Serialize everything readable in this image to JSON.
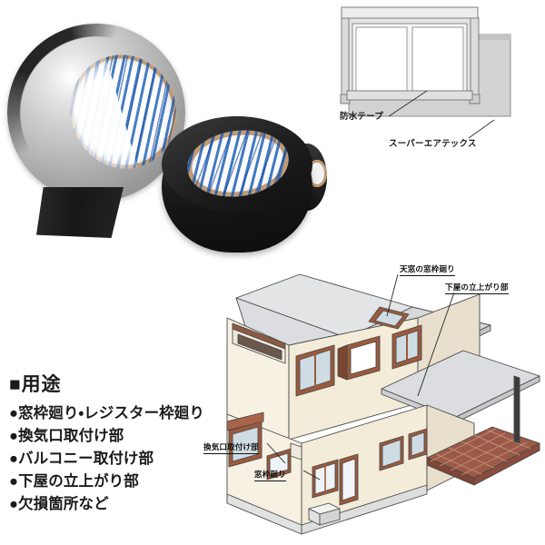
{
  "product_photo": {
    "name": "waterproof-tape-rolls",
    "roll_big_color": "#b4b4b4",
    "roll_small_color": "#141414",
    "core_print_color": "#145ab4",
    "core_color": "#c09a72"
  },
  "window_diagram": {
    "name": "window-section-diagram",
    "labels": [
      {
        "text": "防水テープ"
      },
      {
        "text": "スーパーエアテックス"
      }
    ],
    "frame_color": "#d6d6d6",
    "sheet_color": "#cfcfcf"
  },
  "usage": {
    "title": "■用途",
    "items": [
      "●窓枠廻り・レジスター枠廻り",
      "●換気口取付け部",
      "●バルコニー取付け部",
      "●下屋の立上がり部",
      "●欠損箇所など"
    ]
  },
  "house_diagram": {
    "name": "house-application-diagram",
    "labels": [
      {
        "text": "天窓の窓枠廻り"
      },
      {
        "text": "下屋の立上がり部"
      },
      {
        "text": "換気口取付け部"
      },
      {
        "text": "窓枠廻り"
      }
    ],
    "wall_color": "#f2ead8",
    "roof_color": "#d9dadc",
    "window_frame_color": "#9c5a3c",
    "brick_color": "#8a4a3a"
  }
}
